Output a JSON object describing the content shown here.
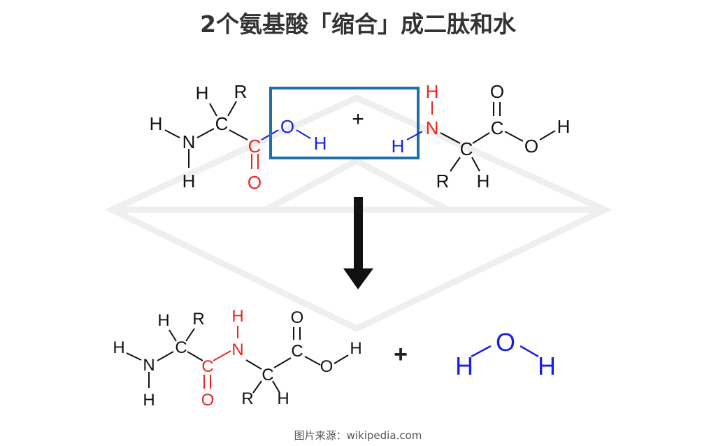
{
  "title": "2个氨基酸「缩合」成二肽和水",
  "source": "图片来源：wikipedia.com",
  "colors": {
    "black": "#111111",
    "red": "#e8261f",
    "blue": "#1a1ee6",
    "box": "#1f6fa8",
    "watermark": "#efefef"
  },
  "symbols": {
    "H": "H",
    "R": "R",
    "N": "N",
    "C": "C",
    "O": "O",
    "plus": "+"
  }
}
